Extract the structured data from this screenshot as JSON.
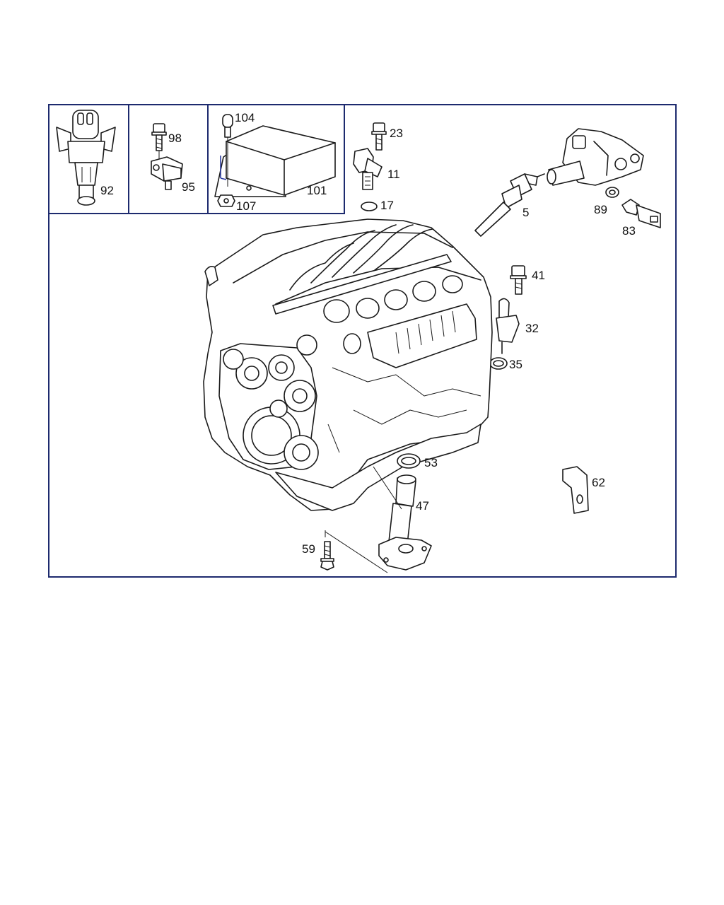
{
  "callouts": {
    "c92": "92",
    "c98": "98",
    "c95": "95",
    "c104": "104",
    "c101": "101",
    "c107": "107",
    "c23": "23",
    "c11": "11",
    "c17": "17",
    "c5": "5",
    "c89": "89",
    "c83": "83",
    "c41": "41",
    "c32": "32",
    "c35": "35",
    "c53": "53",
    "c47": "47",
    "c62": "62",
    "c59": "59"
  },
  "colors": {
    "frame": "#1d2a6e",
    "ink": "#1a1a1a",
    "highlight": "#2a3aa0"
  }
}
